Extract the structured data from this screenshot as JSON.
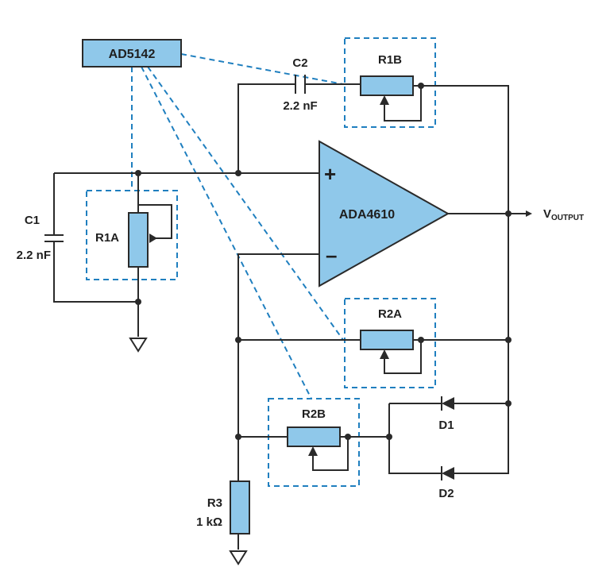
{
  "chips": {
    "digital_pot": "AD5142",
    "opamp": "ADA4610"
  },
  "opamp_inputs": {
    "noninverting": "+",
    "inverting": "–"
  },
  "pots": {
    "r1a": "R1A",
    "r1b": "R1B",
    "r2a": "R2A",
    "r2b": "R2B"
  },
  "capacitors": {
    "c1": {
      "name": "C1",
      "value": "2.2 nF"
    },
    "c2": {
      "name": "C2",
      "value": "2.2 nF"
    }
  },
  "resistor_r3": {
    "name": "R3",
    "value": "1 kΩ"
  },
  "diodes": {
    "d1": "D1",
    "d2": "D2"
  },
  "output": {
    "main": "V",
    "subscript": "OUTPUT"
  },
  "colors": {
    "component_fill": "#8fc8ea",
    "dashed_box": "#1f7fbf",
    "wire": "#2a2a2a"
  }
}
